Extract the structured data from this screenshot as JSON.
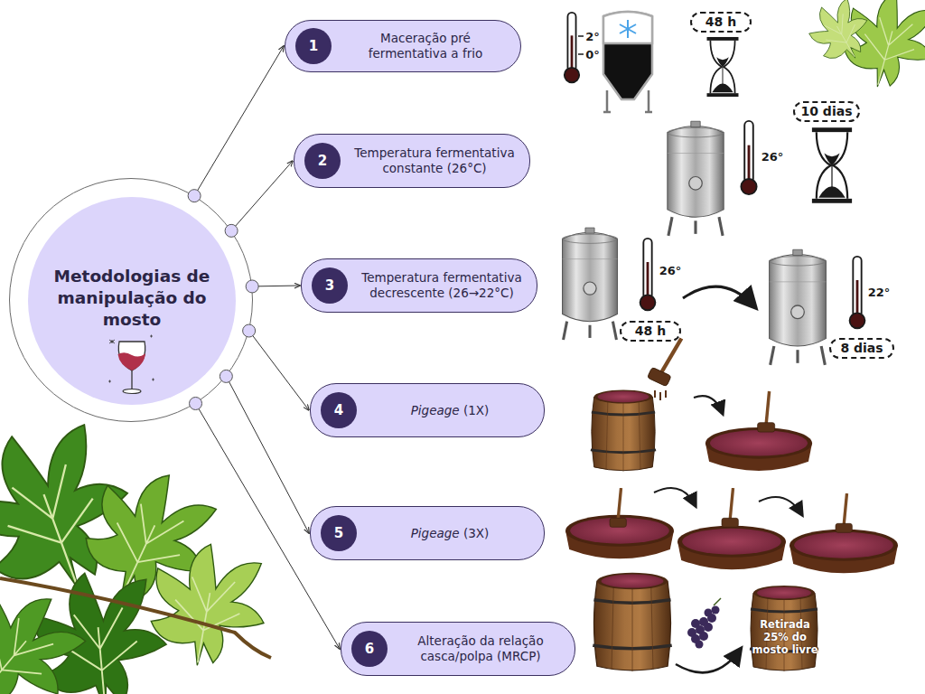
{
  "diagram": {
    "nodes": [
      {
        "text": [
          "Metodologias de manipulação do mosto"
        ]
      },
      {
        "text": [
          "Maceração pré fermentativa a frio"
        ]
      },
      {
        "text": [
          "1"
        ],
        "in": 1
      },
      {
        "text": [
          "Temperatura fermentativa constante (26°C)"
        ]
      },
      {
        "text": [
          "2"
        ],
        "in": 3
      },
      {
        "text": [
          "Temperatura fermentativa decrescente (26→22°C)"
        ]
      },
      {
        "text": [
          "3"
        ],
        "in": 5
      },
      {
        "text": [
          "Pigeage (1X)"
        ]
      },
      {
        "text": [
          "4"
        ],
        "in": 7
      },
      {
        "text": [
          "Pigeage (3X)"
        ]
      },
      {
        "text": [
          "5"
        ],
        "in": 9
      },
      {
        "text": [
          "Alteração da relação casca/polpa (MRCP)"
        ]
      },
      {
        "text": [
          "6"
        ],
        "in": 11
      }
    ],
    "edges": [
      {
        "from": 0,
        "to": 1,
        "arrow": "to"
      },
      {
        "from": 0,
        "to": 3,
        "arrow": "to"
      },
      {
        "from": 0,
        "to": 5,
        "arrow": "to"
      },
      {
        "from": 0,
        "to": 7,
        "arrow": "to"
      },
      {
        "from": 0,
        "to": 9,
        "arrow": "to"
      },
      {
        "from": 0,
        "to": 11,
        "arrow": "to"
      }
    ],
    "labels": [
      "2°",
      "0°",
      "48 h",
      "10 dias",
      "26°",
      "26°",
      "48 h",
      "22°",
      "8 dias",
      "Retirada 25% do mosto livre"
    ]
  }
}
